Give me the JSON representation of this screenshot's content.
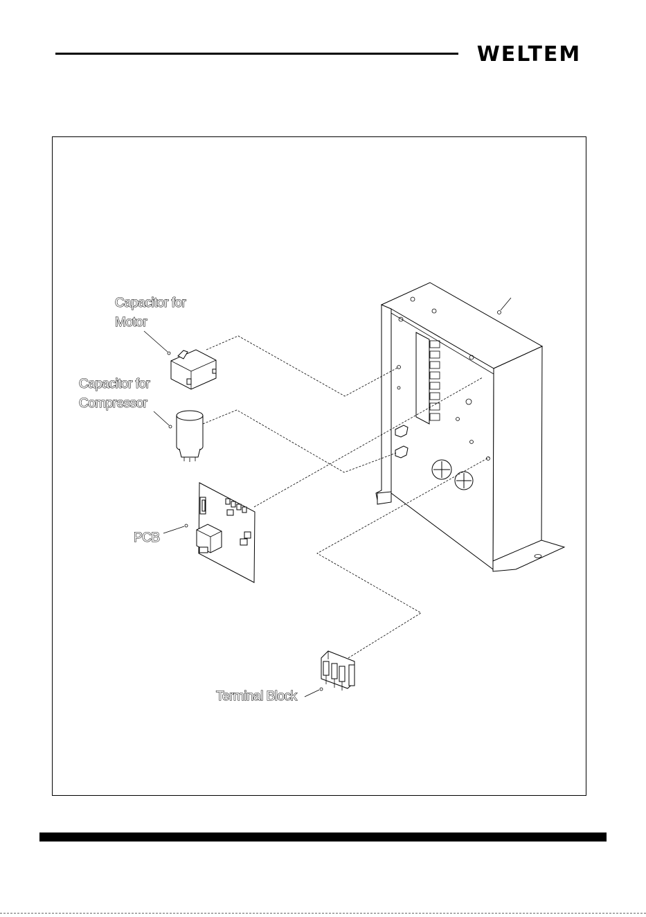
{
  "header": {
    "brand": "WELTEM"
  },
  "diagram": {
    "labels": {
      "capacitor_motor_line1": "Capacitor for",
      "capacitor_motor_line2": "Motor",
      "capacitor_compressor_line1": "Capacitor for",
      "capacitor_compressor_line2": "Compressor",
      "pcb": "PCB",
      "terminal_block": "Terminal Block"
    }
  }
}
